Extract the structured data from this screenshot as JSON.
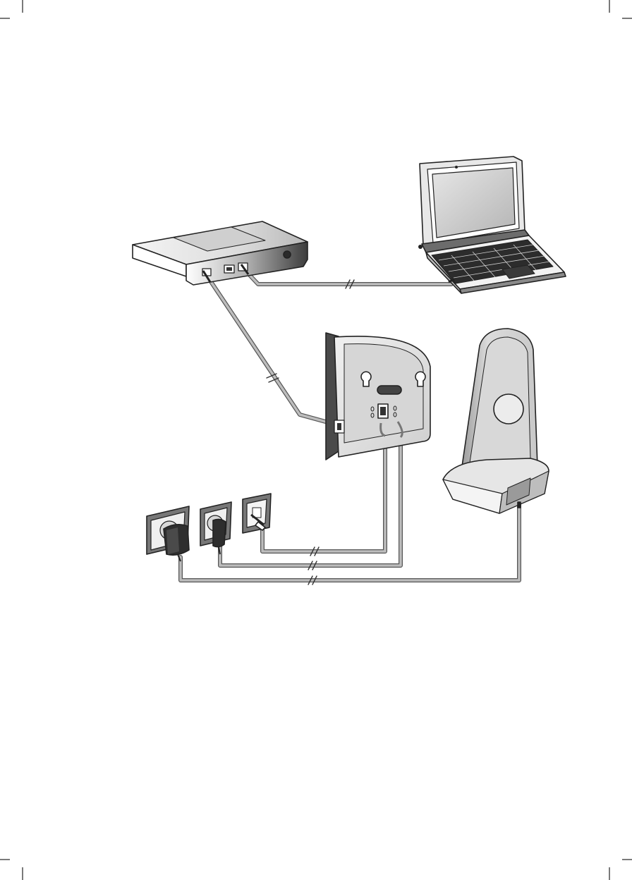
{
  "page": {
    "background": "#ffffff",
    "crop_marks": true
  },
  "diagram": {
    "devices": [
      {
        "id": "router",
        "icon": "router-icon"
      },
      {
        "id": "laptop",
        "icon": "laptop-icon"
      },
      {
        "id": "base-station",
        "icon": "base-station-back-icon"
      },
      {
        "id": "handset",
        "icon": "handset-in-charger-icon"
      },
      {
        "id": "power-outlet-1",
        "icon": "power-outlet-icon"
      },
      {
        "id": "power-outlet-2",
        "icon": "power-outlet-icon"
      },
      {
        "id": "phone-jack",
        "icon": "telephone-wall-jack-icon"
      }
    ],
    "connections": [
      {
        "from": "router",
        "to": "laptop",
        "type": "ethernet-cable"
      },
      {
        "from": "router",
        "to": "base-station",
        "type": "ethernet-cable"
      },
      {
        "from": "base-station",
        "to": "phone-jack",
        "type": "telephone-cable"
      },
      {
        "from": "base-station",
        "to": "power-outlet-2",
        "type": "power-cable"
      },
      {
        "from": "handset",
        "to": "power-outlet-1",
        "type": "power-cable"
      }
    ],
    "colors": {
      "outline": "#222222",
      "cable": "#9a9a9a",
      "device_body": "#e4e4e4",
      "device_shadow": "#8c8c8c",
      "dark_part": "#3a3a3a"
    }
  }
}
